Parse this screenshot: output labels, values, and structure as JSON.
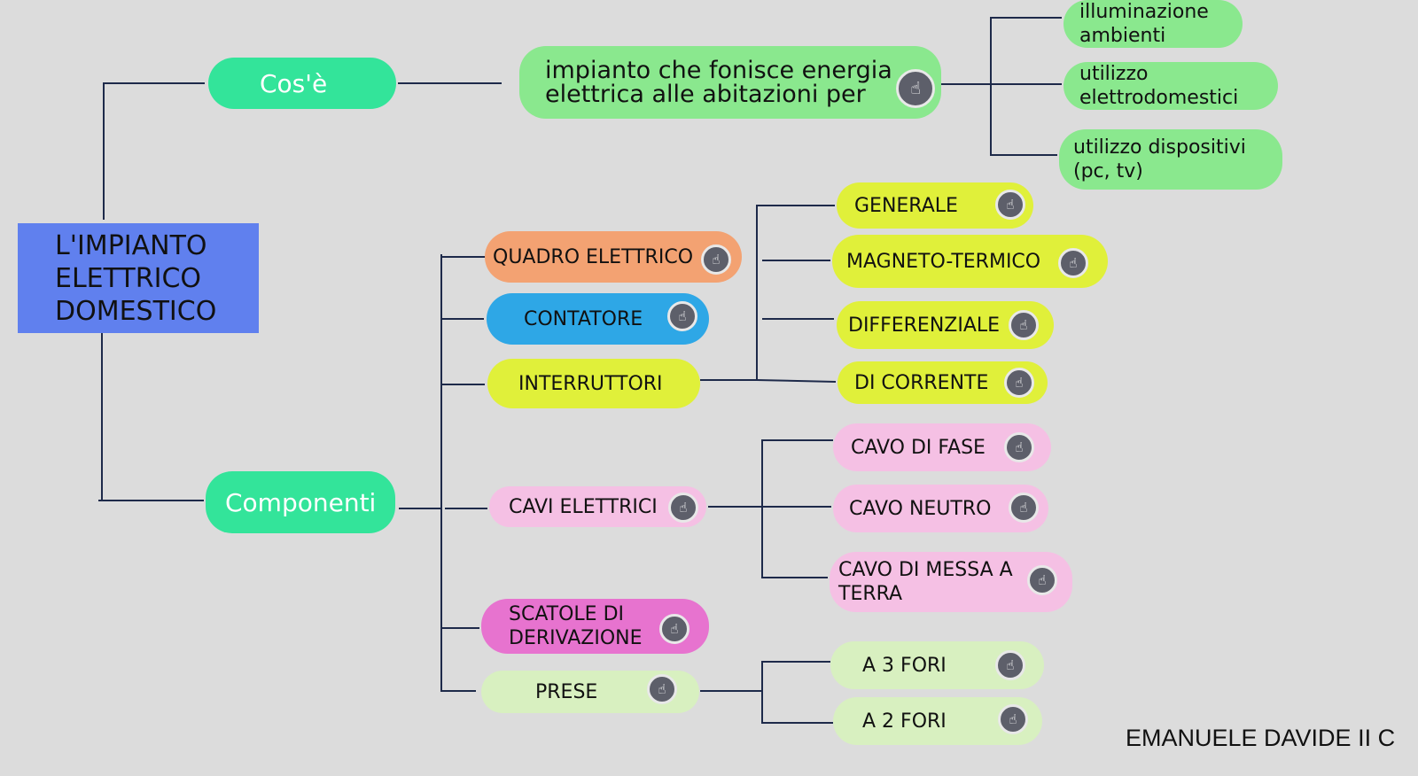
{
  "title": "L'IMPIANTO\nELETTRICO\nDOMESTICO",
  "author": "EMANUELE DAVIDE II C",
  "colors": {
    "root": "#6080ee",
    "branch": "#33e49a",
    "light_green": "#8ae88e",
    "orange": "#f3a272",
    "blue": "#2ea7e6",
    "yellow": "#e0f03a",
    "pink": "#f5c0e4",
    "magenta": "#e773cf",
    "pale_green": "#d8f0c0",
    "line": "#1e2a4a"
  },
  "nodes": [
    {
      "id": "cose",
      "label": "Cos'è",
      "color": "#33e49a",
      "icon": false
    },
    {
      "id": "componenti",
      "label": "Componenti",
      "color": "#33e49a",
      "icon": false
    },
    {
      "id": "definizione",
      "label": "impianto che fonisce energia\nelettrica alle abitazioni per",
      "color": "#8ae88e",
      "icon": "hand-pointer-icon"
    },
    {
      "id": "illuminazione",
      "label": "illuminazione\nambienti",
      "color": "#8ae88e",
      "icon": false
    },
    {
      "id": "elettrodomestici",
      "label": "utilizzo\nelettrodomestici",
      "color": "#8ae88e",
      "icon": false
    },
    {
      "id": "dispositivi",
      "label": "utilizzo dispositivi\n(pc, tv)",
      "color": "#8ae88e",
      "icon": false
    },
    {
      "id": "quadro",
      "label": "QUADRO ELETTRICO",
      "color": "#f3a272",
      "icon": "hand-pointer-icon"
    },
    {
      "id": "contatore",
      "label": "CONTATORE",
      "color": "#2ea7e6",
      "icon": "hand-pointer-icon"
    },
    {
      "id": "interruttori",
      "label": "INTERRUTTORI",
      "color": "#e0f03a",
      "icon": false
    },
    {
      "id": "cavi",
      "label": "CAVI ELETTRICI",
      "color": "#f5c0e4",
      "icon": "hand-pointer-icon"
    },
    {
      "id": "scatole",
      "label": "SCATOLE DI\nDERIVAZIONE",
      "color": "#e773cf",
      "icon": "hand-pointer-icon"
    },
    {
      "id": "prese",
      "label": "PRESE",
      "color": "#d8f0c0",
      "icon": "hand-pointer-icon"
    },
    {
      "id": "generale",
      "label": "GENERALE",
      "color": "#e0f03a",
      "icon": "hand-pointer-icon"
    },
    {
      "id": "magneto",
      "label": "MAGNETO-TERMICO",
      "color": "#e0f03a",
      "icon": "hand-pointer-icon"
    },
    {
      "id": "differenziale",
      "label": "DIFFERENZIALE",
      "color": "#e0f03a",
      "icon": "hand-pointer-icon"
    },
    {
      "id": "corrente",
      "label": "DI CORRENTE",
      "color": "#e0f03a",
      "icon": "hand-pointer-icon"
    },
    {
      "id": "fase",
      "label": "CAVO DI FASE",
      "color": "#f5c0e4",
      "icon": "hand-pointer-icon"
    },
    {
      "id": "neutro",
      "label": "CAVO NEUTRO",
      "color": "#f5c0e4",
      "icon": "hand-pointer-icon"
    },
    {
      "id": "terra",
      "label": "CAVO DI MESSA A\nTERRA",
      "color": "#f5c0e4",
      "icon": "hand-pointer-icon"
    },
    {
      "id": "tre_fori",
      "label": "A 3 FORI",
      "color": "#d8f0c0",
      "icon": "hand-pointer-icon"
    },
    {
      "id": "due_fori",
      "label": "A 2 FORI",
      "color": "#d8f0c0",
      "icon": "hand-pointer-icon"
    }
  ]
}
